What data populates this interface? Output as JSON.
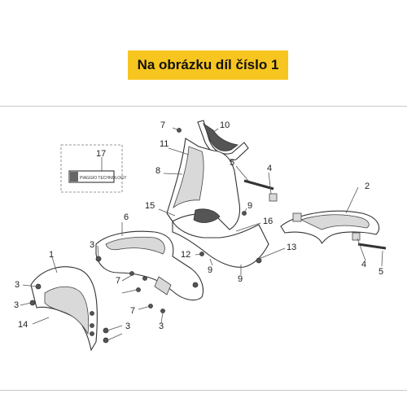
{
  "banner": {
    "text": "Na obrázku díl číslo 1",
    "color": "#f7c51f"
  },
  "sticker": {
    "brand": "PIAGGIO TECHNOLOGY"
  },
  "callouts": [
    {
      "id": "c1",
      "label": "1"
    },
    {
      "id": "c2",
      "label": "2"
    },
    {
      "id": "c3a",
      "label": "3"
    },
    {
      "id": "c3b",
      "label": "3"
    },
    {
      "id": "c3c",
      "label": "3"
    },
    {
      "id": "c3d",
      "label": "3"
    },
    {
      "id": "c3e",
      "label": "3"
    },
    {
      "id": "c4a",
      "label": "4"
    },
    {
      "id": "c4b",
      "label": "4"
    },
    {
      "id": "c5a",
      "label": "5"
    },
    {
      "id": "c5b",
      "label": "5"
    },
    {
      "id": "c6",
      "label": "6"
    },
    {
      "id": "c7a",
      "label": "7"
    },
    {
      "id": "c7b",
      "label": "7"
    },
    {
      "id": "c7c",
      "label": "7"
    },
    {
      "id": "c8",
      "label": "8"
    },
    {
      "id": "c9a",
      "label": "9"
    },
    {
      "id": "c9b",
      "label": "9"
    },
    {
      "id": "c9c",
      "label": "9"
    },
    {
      "id": "c10",
      "label": "10"
    },
    {
      "id": "c11",
      "label": "11"
    },
    {
      "id": "c12",
      "label": "12"
    },
    {
      "id": "c13",
      "label": "13"
    },
    {
      "id": "c14",
      "label": "14"
    },
    {
      "id": "c15",
      "label": "15"
    },
    {
      "id": "c16",
      "label": "16"
    },
    {
      "id": "c17",
      "label": "17"
    }
  ]
}
